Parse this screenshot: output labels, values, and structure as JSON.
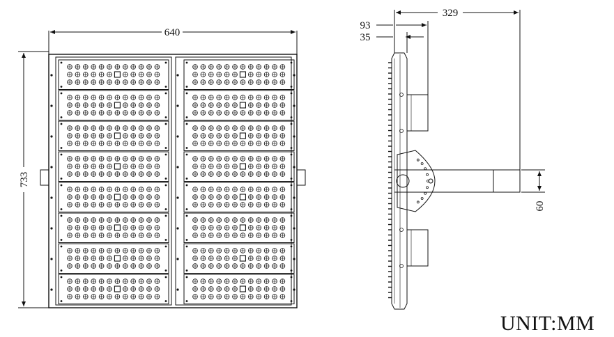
{
  "front_view": {
    "width_label": "640",
    "height_label": "733",
    "columns": 2,
    "modules_per_column": 8,
    "leds_per_row": 12,
    "led_rows_per_module": 3
  },
  "side_view": {
    "depth_label": "329",
    "offset_label_1": "93",
    "offset_label_2": "35",
    "bracket_label": "60"
  },
  "unit_label": "UNIT:MM"
}
